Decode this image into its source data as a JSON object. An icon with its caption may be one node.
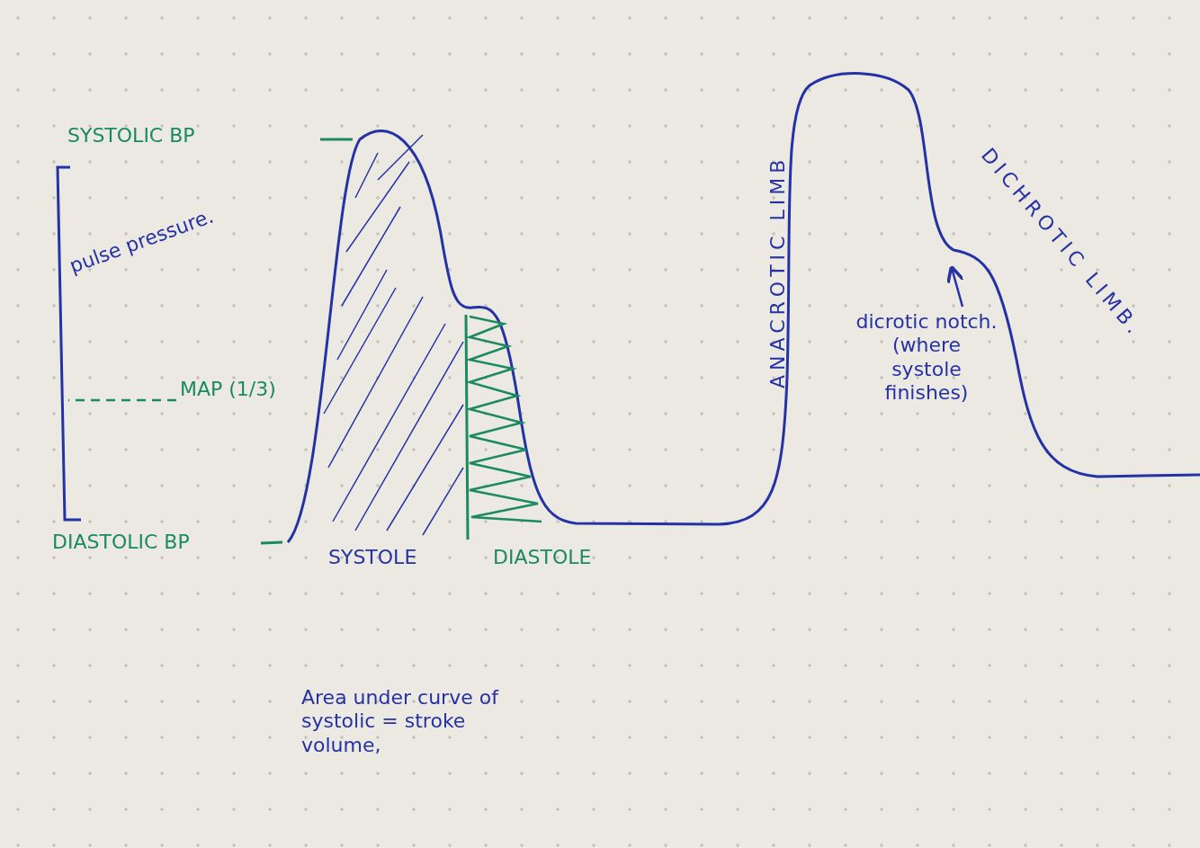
{
  "diagram": {
    "nodes": [
      {
        "text": [
          "MAP (1/3)"
        ]
      },
      {
        "text": [
          "dicrotic notch.",
          "(where systole finishes)"
        ]
      }
    ],
    "edges": [
      {
        "from": 0,
        "to": null,
        "arrow": "none",
        "style": "dashed"
      },
      {
        "from": 1,
        "to": null,
        "arrow": "to"
      }
    ],
    "labels": [
      "SYSTOLIC BP",
      "DICHROTIC LIMB.",
      "ANACROTIC LIMB",
      "pulse pressure.",
      "DIASTOLIC BP",
      "SYSTOLE",
      "DIASTOLE",
      "Area under curve of systolic = stroke volume,"
    ]
  }
}
